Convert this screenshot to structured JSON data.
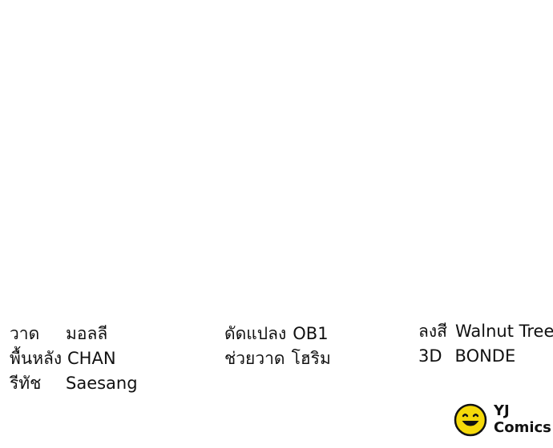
{
  "credits": {
    "left": [
      {
        "role": "วาด",
        "name": "มอลลี"
      },
      {
        "role": "พื้นหลัง",
        "name": "CHAN"
      },
      {
        "role": "รีทัช",
        "name": "Saesang"
      }
    ],
    "middle": [
      {
        "role": "ดัดแปลง",
        "name": "OB1"
      },
      {
        "role": "ช่วยวาด",
        "name": "โฮริม"
      }
    ],
    "right": [
      {
        "role": "ลงสี",
        "name": "Walnut Tree"
      },
      {
        "role": "3D",
        "name": "BONDE"
      }
    ]
  },
  "logo": {
    "line1": "YJ",
    "line2": "Comics",
    "icon": "smiley-face-icon",
    "colors": {
      "face": "#f5d90a",
      "outline": "#111111"
    }
  }
}
